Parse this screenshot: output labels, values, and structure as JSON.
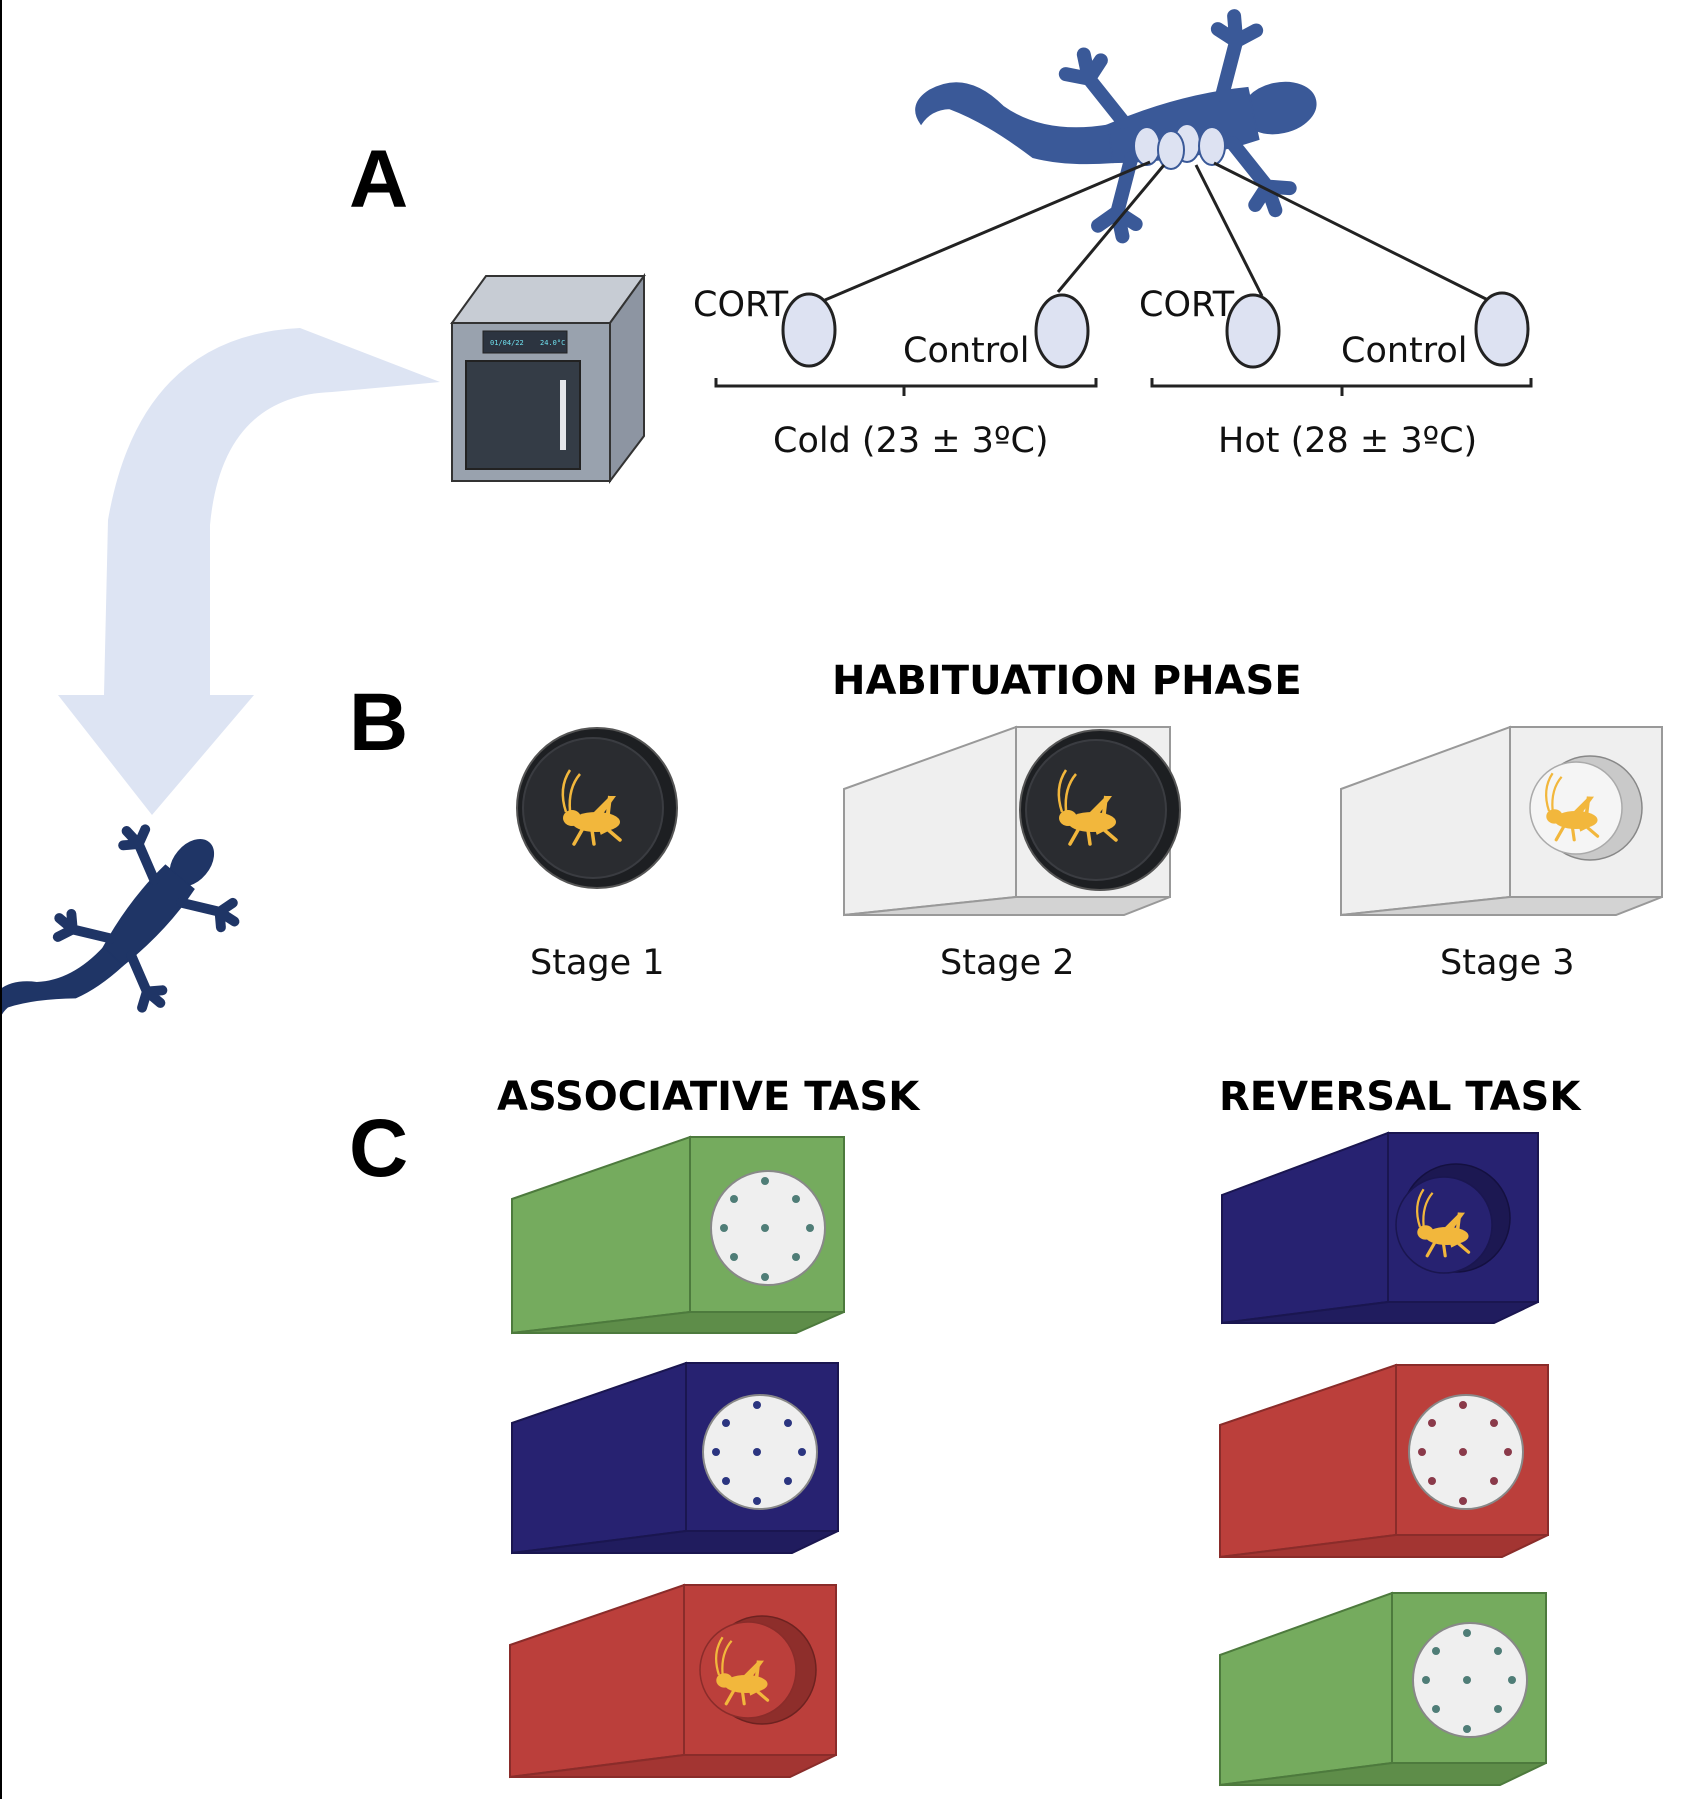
{
  "panels": {
    "a": {
      "letter": "A",
      "incubator_display_date": "01/04/22",
      "incubator_display_temp": "24.0°C",
      "cold_group": {
        "cort_label": "CORT",
        "control_label": "Control",
        "condition_label": "Cold (23 ± 3ºC)"
      },
      "hot_group": {
        "cort_label": "CORT",
        "control_label": "Control",
        "condition_label": "Hot (28 ± 3ºC)"
      }
    },
    "b": {
      "letter": "B",
      "title": "HABITUATION PHASE",
      "stages": [
        "Stage 1",
        "Stage 2",
        "Stage 3"
      ]
    },
    "c": {
      "letter": "C",
      "associative_title": "ASSOCIATIVE TASK",
      "reversal_title": "REVERSAL TASK",
      "associative_boxes": [
        "green",
        "blue",
        "red"
      ],
      "reversal_boxes": [
        "blue",
        "red",
        "green"
      ],
      "rewarded_box": {
        "associative": "red",
        "reversal": "blue"
      }
    }
  },
  "colors": {
    "lizard_adult": "#3a5998",
    "lizard_juvenile": "#1f3566",
    "egg_fill": "#dde2f2",
    "arrow": "#dde4f3",
    "box_green": "#75ab5e",
    "box_blue": "#272271",
    "box_red": "#bb3f3b",
    "box_white": "#efefef",
    "cricket": "#f2b73c",
    "lid_dark": "#2a2c30"
  }
}
